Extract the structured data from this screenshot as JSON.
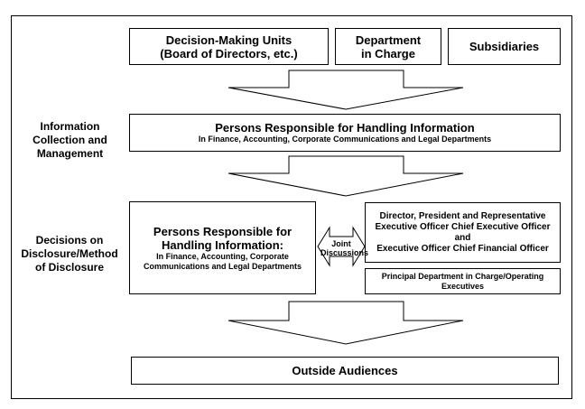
{
  "top_boxes": {
    "decision_making_units": {
      "line1": "Decision-Making Units",
      "line2": "(Board of Directors, etc.)"
    },
    "department_in_charge": {
      "line1": "Department",
      "line2": "in Charge"
    },
    "subsidiaries": "Subsidiaries"
  },
  "side_labels": {
    "information_collection": [
      "Information",
      "Collection and",
      "Management"
    ],
    "decisions_on_disclosure": [
      "Decisions on",
      "Disclosure/Method",
      "of Disclosure"
    ]
  },
  "info_box": {
    "title": "Persons Responsible for Handling Information",
    "subtitle": "In Finance, Accounting, Corporate Communications and Legal Departments"
  },
  "decision_box": {
    "title_line1": "Persons Responsible for",
    "title_line2": "Handling Information:",
    "sub_line1": "In Finance, Accounting, Corporate",
    "sub_line2": "Communications and Legal Departments"
  },
  "joint_discussions": {
    "line1": "Joint",
    "line2": "Discussions"
  },
  "executives_box": {
    "line1": "Director, President and Representative",
    "line2": "Executive Officer Chief Executive Officer",
    "line3": "and",
    "line4": "Executive Officer Chief Financial Officer"
  },
  "principal_box": "Principal Department in Charge/Operating Executives",
  "outside_box": "Outside Audiences",
  "colors": {
    "line": "#000000",
    "fill": "#ffffff"
  }
}
